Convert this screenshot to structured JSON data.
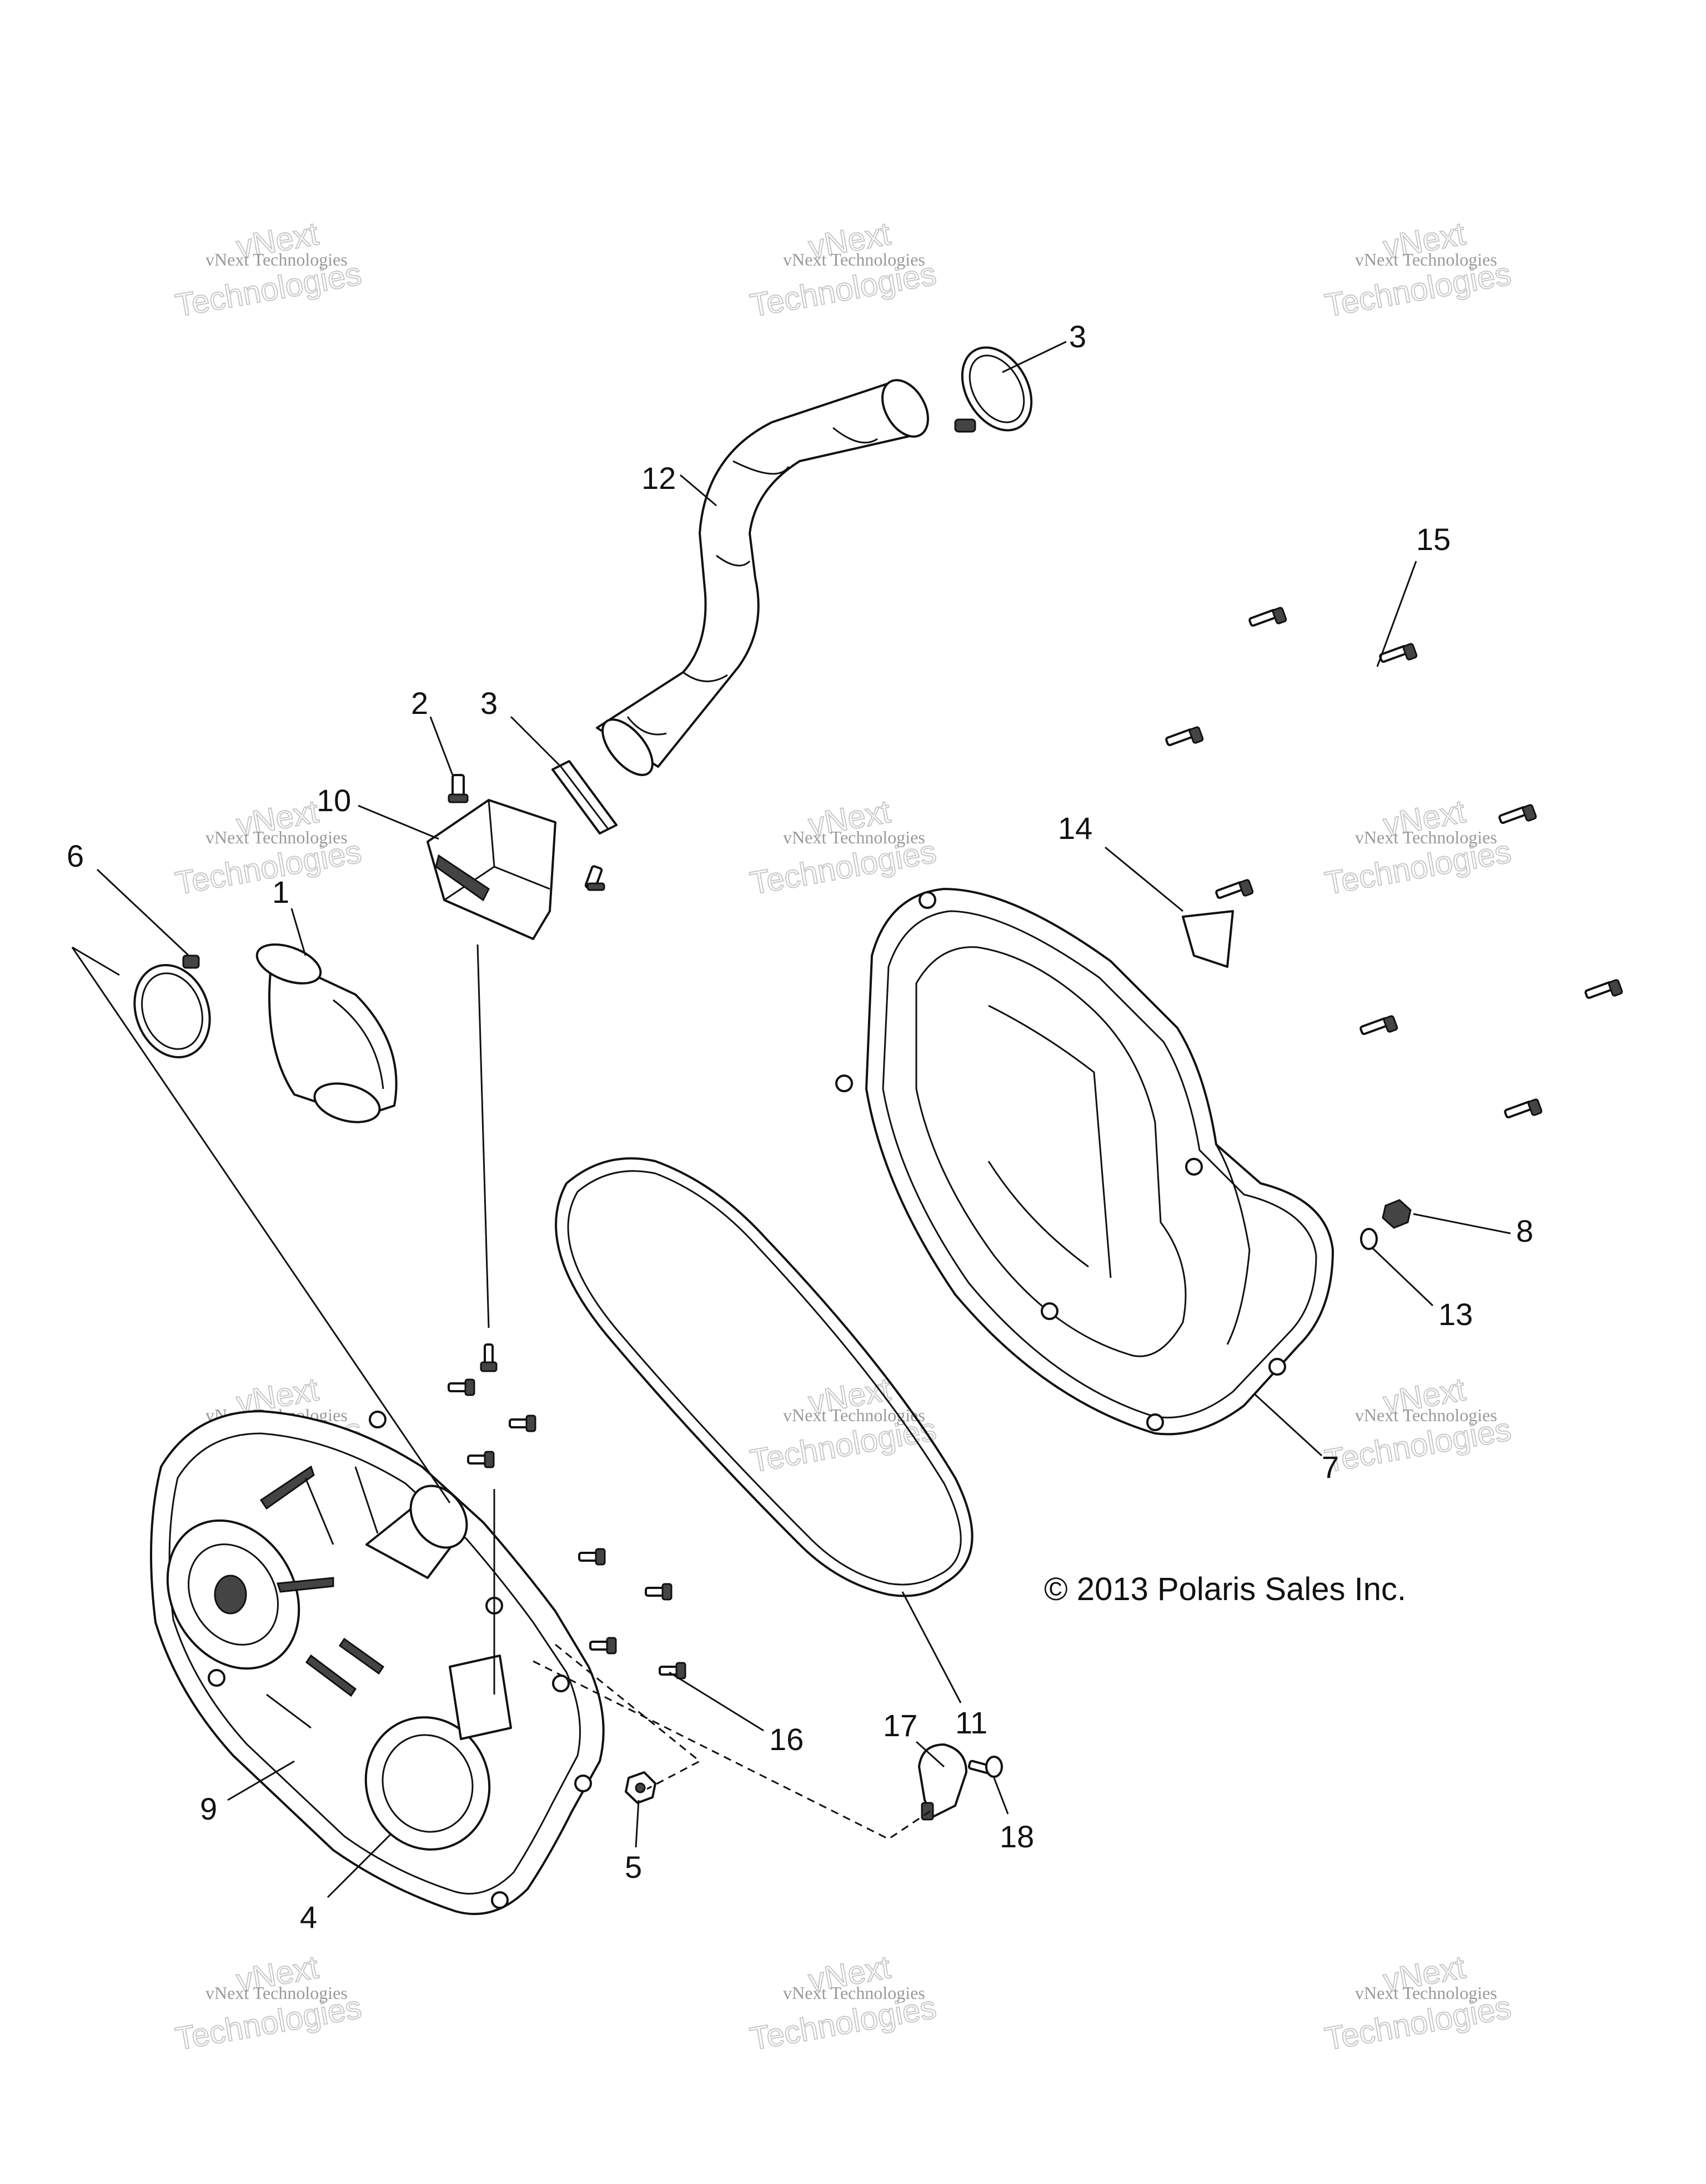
{
  "copyright": "© 2013 Polaris Sales Inc.",
  "watermark": {
    "line1": "vNext Technologies",
    "line2": "Technologies",
    "line3": "vNext"
  },
  "callouts": {
    "c1": "1",
    "c2": "2",
    "c3a": "3",
    "c3b": "3",
    "c4": "4",
    "c5": "5",
    "c6": "6",
    "c7": "7",
    "c8": "8",
    "c9": "9",
    "c10": "10",
    "c11": "11",
    "c12": "12",
    "c13": "13",
    "c14": "14",
    "c15": "15",
    "c16": "16",
    "c17": "17",
    "c18": "18"
  }
}
